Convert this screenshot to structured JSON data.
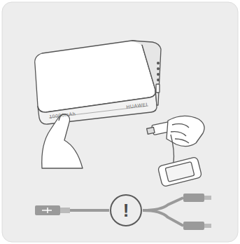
{
  "diagram": {
    "nodes": [
      {
        "text": [
          "!"
        ]
      }
    ],
    "labels": [
      "10000mAh",
      "HUAWEI"
    ]
  }
}
